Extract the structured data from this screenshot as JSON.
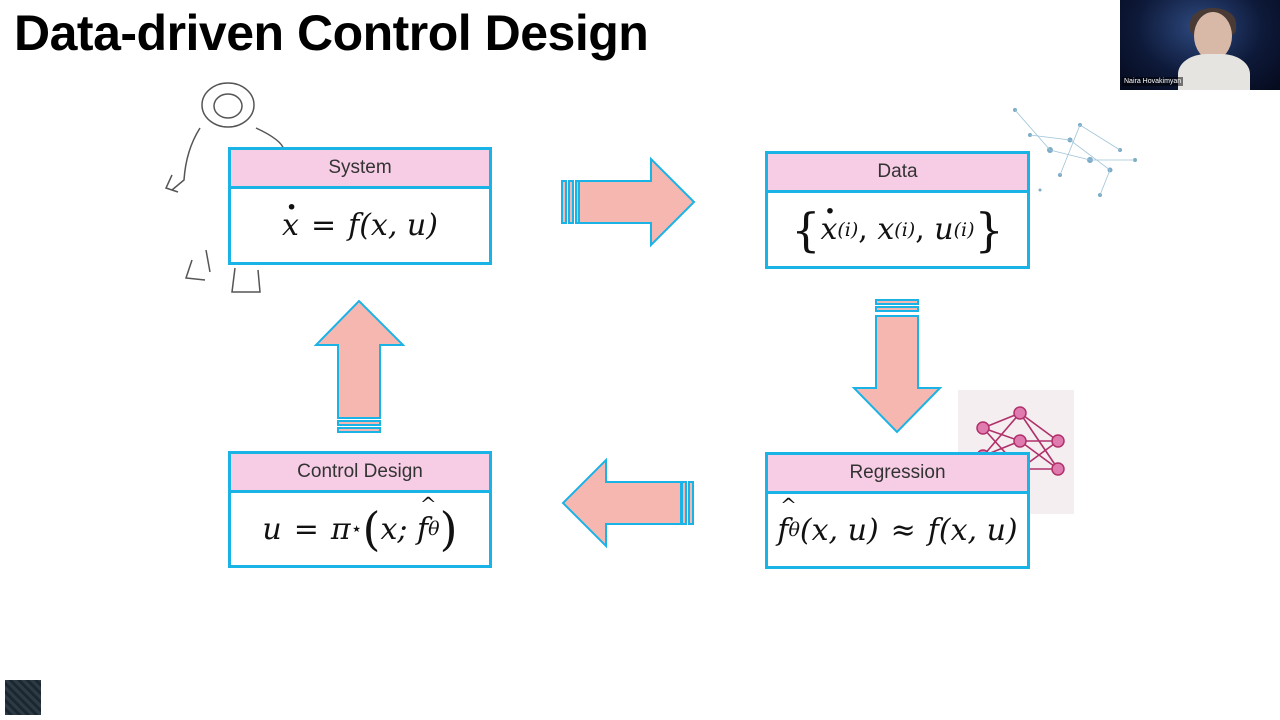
{
  "slide": {
    "title": "Data-driven Control Design"
  },
  "boxes": {
    "system": {
      "header": "System"
    },
    "data": {
      "header": "Data"
    },
    "regression": {
      "header": "Regression"
    },
    "control": {
      "header": "Control Design"
    }
  },
  "equations": {
    "system": {
      "lhs": "x",
      "op": "=",
      "rhs": "f(x, u)"
    },
    "data": {
      "open": "{",
      "x1": "x",
      "sup1": "(i)",
      "x2": "x",
      "sup2": "(i)",
      "u": "u",
      "sup3": "(i)",
      "close": "}"
    },
    "regression": {
      "f": "f",
      "sub": "θ",
      "args": "(x, u)",
      "approx": "≈",
      "rhs": "f(x, u)"
    },
    "control": {
      "u": "u",
      "eq": "=",
      "pi": "π",
      "star": "⋆",
      "open": "(",
      "x": "x;",
      "f": "f",
      "sub": "θ",
      "close": ")"
    }
  },
  "webcam": {
    "name": "Naira Hovakimyan"
  },
  "colors": {
    "border": "#1ab3e6",
    "header_fill": "#f7cde6",
    "arrow_fill": "#f7b7b1"
  }
}
